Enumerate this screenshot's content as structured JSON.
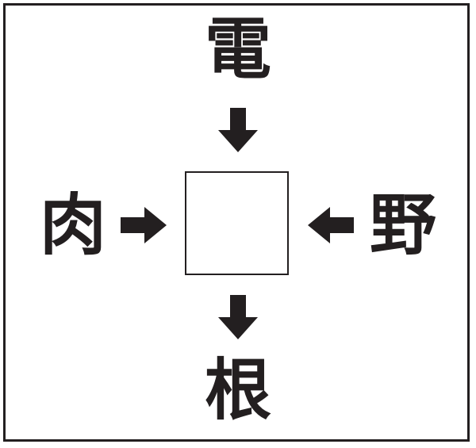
{
  "puzzle": {
    "top_kanji": "電",
    "left_kanji": "肉",
    "right_kanji": "野",
    "bottom_kanji": "根",
    "answer_box": ""
  },
  "icons": {
    "top_arrow": "arrow-down-icon",
    "left_arrow": "arrow-right-icon",
    "right_arrow": "arrow-left-icon",
    "bottom_arrow": "arrow-down-icon"
  },
  "colors": {
    "ink": "#231f20",
    "background": "#ffffff"
  }
}
